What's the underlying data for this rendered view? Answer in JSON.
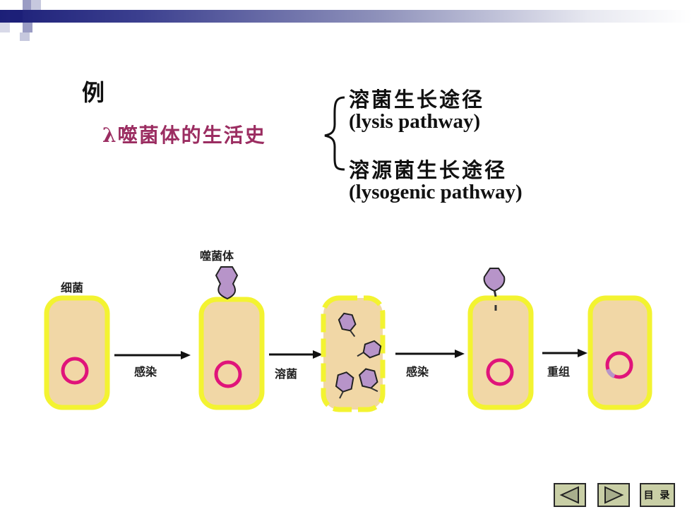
{
  "example_label": "例",
  "subject": "λ噬菌体的生活史",
  "pathways": [
    {
      "zh": "溶菌生长途径",
      "en": "(lysis pathway)"
    },
    {
      "zh": "溶源菌生长途径",
      "en": "(lysogenic pathway)"
    }
  ],
  "diagram": {
    "labels": {
      "bacterium": "细菌",
      "phage": "噬菌体",
      "step1": "感染",
      "step2": "溶菌",
      "step3": "感染",
      "step4": "重组"
    }
  },
  "nav": {
    "toc_label": "目 录"
  },
  "colors": {
    "header": "#1c1f78",
    "subject": "#9b2d61",
    "cell_fill": "#f1d7a6",
    "cell_border": "#f3f331",
    "dna": "#e0147a",
    "phage": "#b794c9",
    "nav_fill": "#c9cfa6"
  }
}
